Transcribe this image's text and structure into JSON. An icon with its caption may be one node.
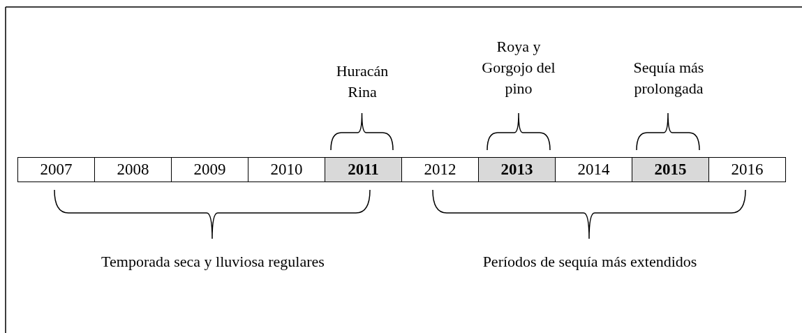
{
  "diagram": {
    "nodes": [
      {
        "text": [
          "2007"
        ]
      },
      {
        "text": [
          "2008"
        ]
      },
      {
        "text": [
          "2009"
        ]
      },
      {
        "text": [
          "2010"
        ]
      },
      {
        "text": [
          "2011"
        ]
      },
      {
        "text": [
          "2012"
        ]
      },
      {
        "text": [
          "2013"
        ]
      },
      {
        "text": [
          "2014"
        ]
      },
      {
        "text": [
          "2015"
        ]
      },
      {
        "text": [
          "2016"
        ]
      }
    ],
    "edges": [],
    "labels": [
      "Roya y Gorgojo del pino",
      "Huracán Rina",
      "Sequía más prolongada",
      "Temporada seca y lluviosa regulares",
      "Períodos de sequía más extendidos"
    ]
  }
}
